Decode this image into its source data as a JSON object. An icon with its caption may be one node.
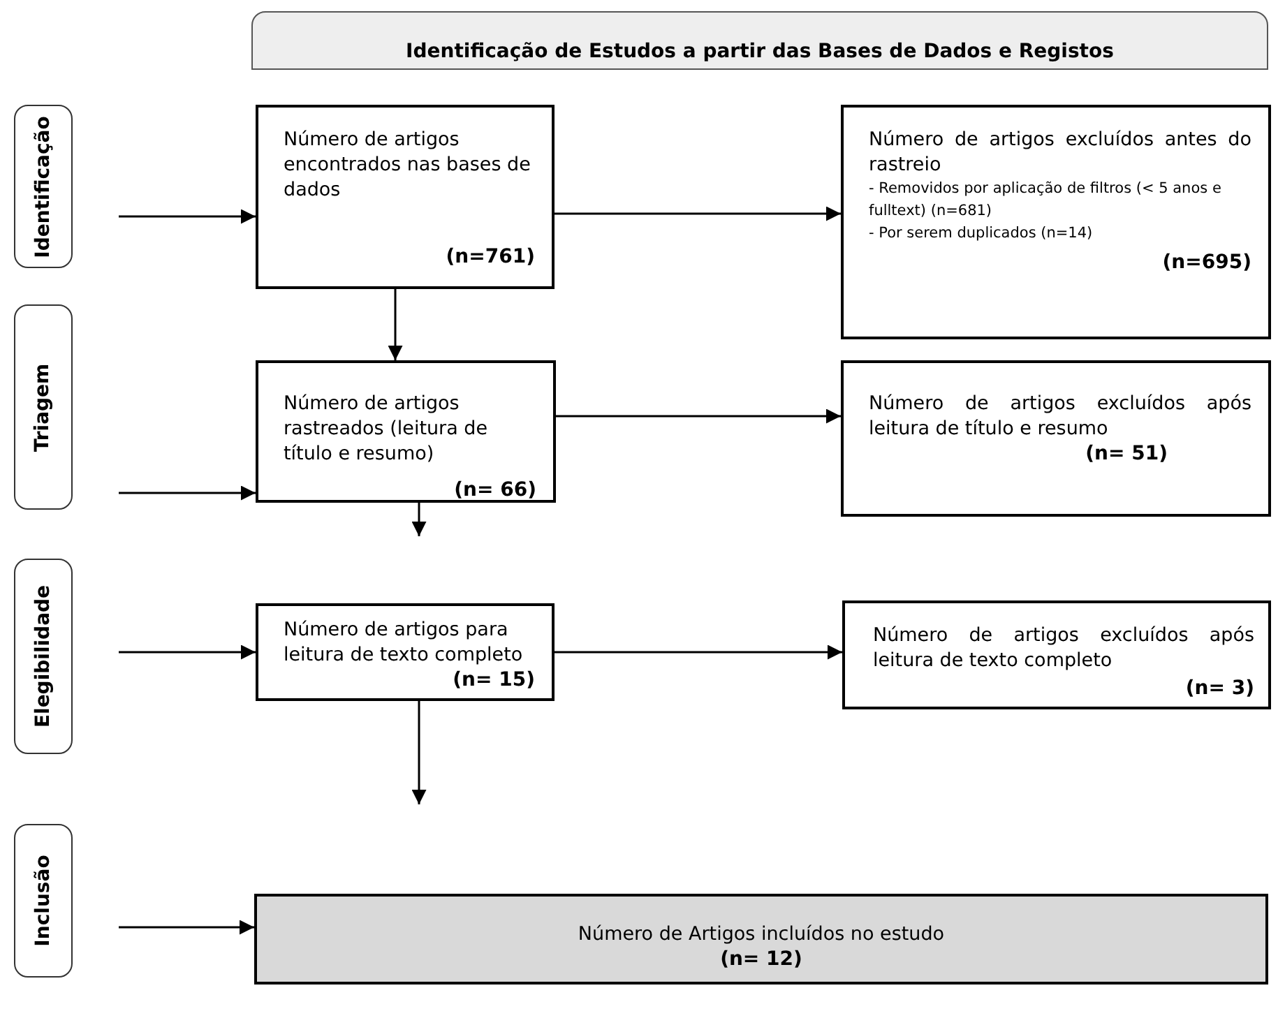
{
  "diagram": {
    "nodes": [
      {
        "text": [
          "Identificação de Estudos a partir das Bases de Dados e Registos"
        ]
      },
      {
        "text": [
          "Identificação"
        ]
      },
      {
        "text": [
          "Número de artigos encontrados nas bases de dados",
          "(n=761)"
        ]
      },
      {
        "text": [
          "Número de artigos excluídos antes do rastreio",
          "- Removidos por aplicação de filtros (< 5 anos e fulltext) (n=681)",
          "- Por serem duplicados (n=14)",
          "(n=695)"
        ]
      },
      {
        "text": [
          "Triagem"
        ]
      },
      {
        "text": [
          "Número de artigos rastreados (leitura de título e resumo)",
          "(n= 66)"
        ]
      },
      {
        "text": [
          "Número de artigos excluídos após leitura de título e resumo",
          "(n= 51)"
        ]
      },
      {
        "text": [
          "Elegibilidade"
        ]
      },
      {
        "text": [
          "Número de artigos para leitura de texto completo",
          "(n= 15)"
        ]
      },
      {
        "text": [
          "Número de artigos excluídos após leitura de texto completo",
          "(n= 3)"
        ]
      },
      {
        "text": [
          "Inclusão"
        ]
      },
      {
        "text": [
          "Número de Artigos incluídos no estudo",
          "(n= 12)"
        ]
      }
    ],
    "edges": [
      {
        "from": null,
        "to": 2,
        "arrow": "to"
      },
      {
        "from": 2,
        "to": 3,
        "arrow": "to"
      },
      {
        "from": 2,
        "to": 5,
        "arrow": "to"
      },
      {
        "from": null,
        "to": 5,
        "arrow": "to"
      },
      {
        "from": 5,
        "to": 6,
        "arrow": "to"
      },
      {
        "from": 5,
        "to": null,
        "arrow": "to"
      },
      {
        "from": null,
        "to": 8,
        "arrow": "to"
      },
      {
        "from": 8,
        "to": 9,
        "arrow": "to"
      },
      {
        "from": 8,
        "to": null,
        "arrow": "to"
      },
      {
        "from": null,
        "to": 11,
        "arrow": "to"
      }
    ]
  }
}
